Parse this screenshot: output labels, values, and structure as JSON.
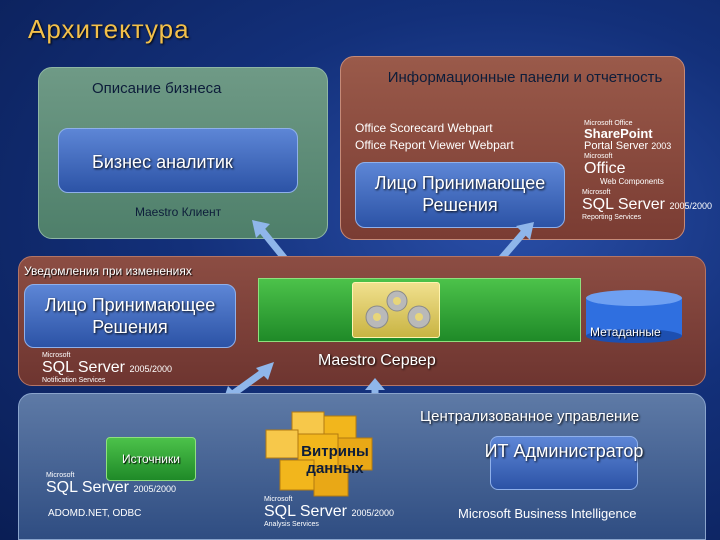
{
  "title": "Архитектура",
  "business": {
    "panel_label": "Описание бизнеса",
    "analyst_label": "Бизнес аналитик",
    "client_label": "Maestro Клиент"
  },
  "reporting": {
    "panel_title": "Информационные панели и отчетность",
    "webparts": [
      "Office Scorecard Webpart",
      "Office Report Viewer Webpart"
    ],
    "face_label": "Лицо Принимающее Решения",
    "sharepoint": {
      "small": "Microsoft Office",
      "name": "SharePoint",
      "sub": "Portal Server",
      "version": "2003"
    },
    "office": {
      "small": "Microsoft",
      "name": "Office",
      "sub": "Web Components"
    },
    "sqlserver": {
      "small": "Microsoft",
      "name": "SQL Server",
      "version": "2005/2000",
      "sub": "Reporting Services"
    }
  },
  "server": {
    "notify_label": "Уведомления при изменениях",
    "face_label": "Лицо Принимающее Решения",
    "server_label": "Maestro Сервер",
    "meta_label": "Метаданные",
    "sqlserver": {
      "small": "Microsoft",
      "name": "SQL Server",
      "version": "2005/2000",
      "sub": "Notification Services"
    }
  },
  "management": {
    "central_label": "Централизованное управление",
    "sources_label": "Источники",
    "sqlserver": {
      "small": "Microsoft",
      "name": "SQL Server",
      "version": "2005/2000"
    },
    "adomd_label": "ADOMD.NET, ODBC",
    "marts_label": "Витрины данных",
    "analysis": {
      "small": "Microsoft",
      "name": "SQL Server",
      "version": "2005/2000",
      "sub": "Analysis Services"
    },
    "admin_label": "ИТ Администратор",
    "mbi_label": "Microsoft Business Intelligence"
  },
  "colors": {
    "title": "#f3c04a",
    "business_panel": "#5f8c78",
    "reporting_panel": "#8a4a3e",
    "server_band": "#7d4139",
    "server_bar": "#2fa534",
    "role_box": "#3f68bf",
    "metadata_cylinder": "#2f6fe0",
    "marts_cube": "#f2b61c"
  },
  "icons": [
    "gear-icon",
    "database-cylinder-icon",
    "data-cube-icon",
    "double-arrow-icon"
  ]
}
